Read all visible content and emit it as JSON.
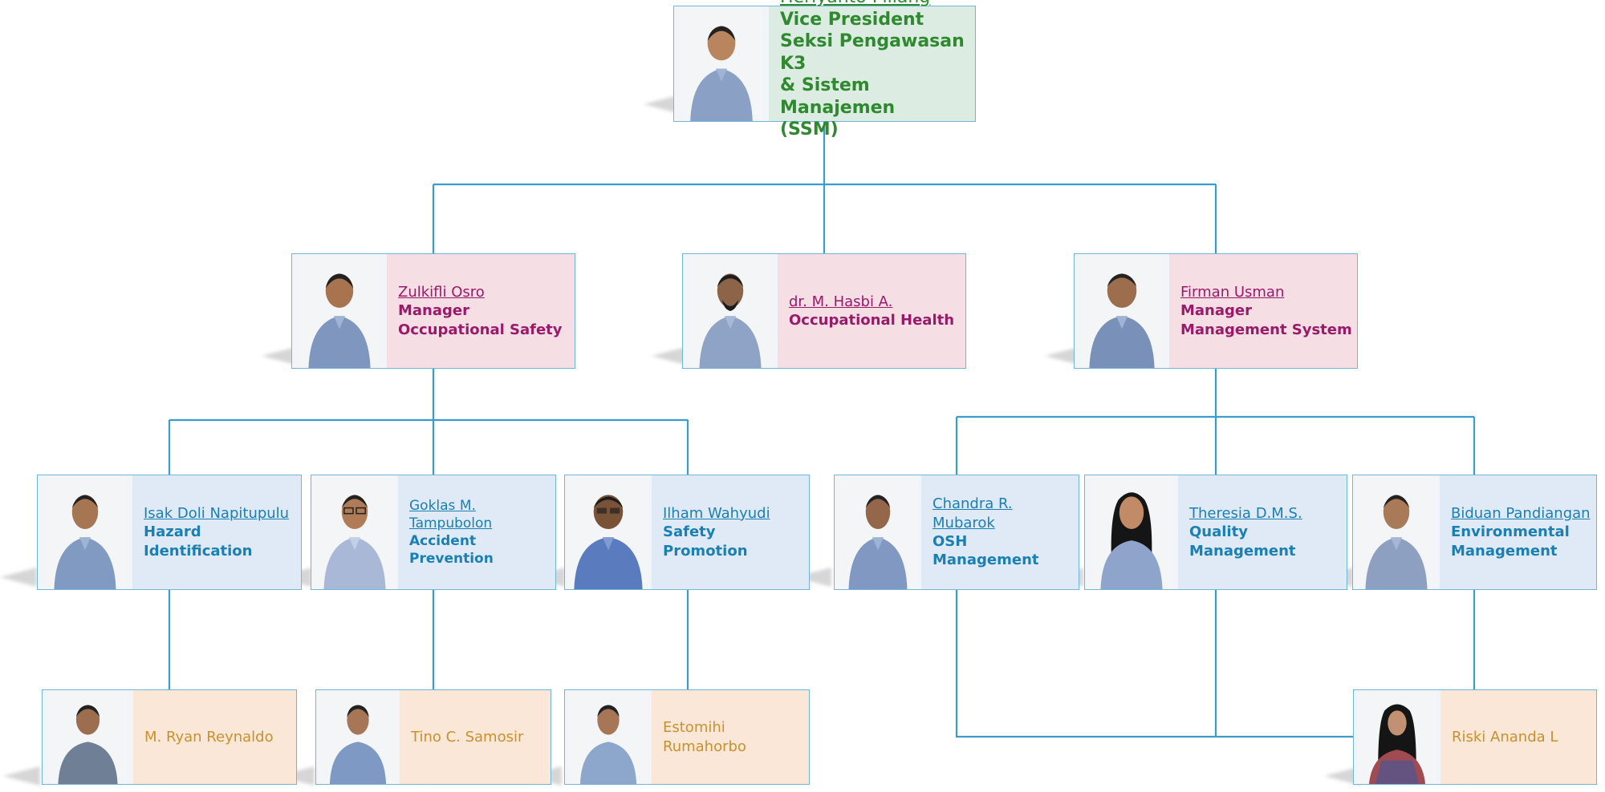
{
  "chart": {
    "vp": {
      "name": "Heriyanto Piliang",
      "title": [
        "Vice President",
        "Seksi Pengawasan K3",
        "& Sistem Manajemen",
        "(SSM)"
      ]
    },
    "managers": [
      {
        "name": "Zulkifli Osro",
        "title": [
          "Manager",
          "Occupational Safety"
        ]
      },
      {
        "name": "dr. M. Hasbi A.",
        "title": [
          "Occupational Health"
        ]
      },
      {
        "name": "Firman Usman",
        "title": [
          "Manager",
          "Management System"
        ]
      }
    ],
    "specialists": [
      {
        "name": "Isak Doli Napitupulu",
        "title": [
          "Hazard Identification"
        ]
      },
      {
        "name": "Goklas M. Tampubolon",
        "title": [
          "Accident Prevention"
        ]
      },
      {
        "name": "Ilham Wahyudi",
        "title": [
          "Safety Promotion"
        ]
      },
      {
        "name": "Chandra R. Mubarok",
        "title": [
          "OSH Management"
        ]
      },
      {
        "name": "Theresia D.M.S.",
        "title": [
          "Quality Management"
        ]
      },
      {
        "name": "Biduan Pandiangan",
        "title": [
          "Environmental",
          "Management"
        ]
      }
    ],
    "staff": [
      {
        "name": "M. Ryan Reynaldo"
      },
      {
        "name": "Tino C. Samosir"
      },
      {
        "name": "Estomihi Rumahorbo"
      },
      {
        "name": "Riski Ananda L"
      }
    ]
  },
  "colors": {
    "line": "#3a9ccc",
    "vp_bg": "#dcece2",
    "vp_text": "#2f8a2f",
    "mgr_bg": "#f5dfe5",
    "mgr_text": "#9b1969",
    "spec_bg": "#dfeaf6",
    "spec_text": "#1a7fb5",
    "staff_bg": "#fbe7d7",
    "staff_text": "#c8912e"
  },
  "icons": {
    "photo": "person-photo-icon"
  }
}
